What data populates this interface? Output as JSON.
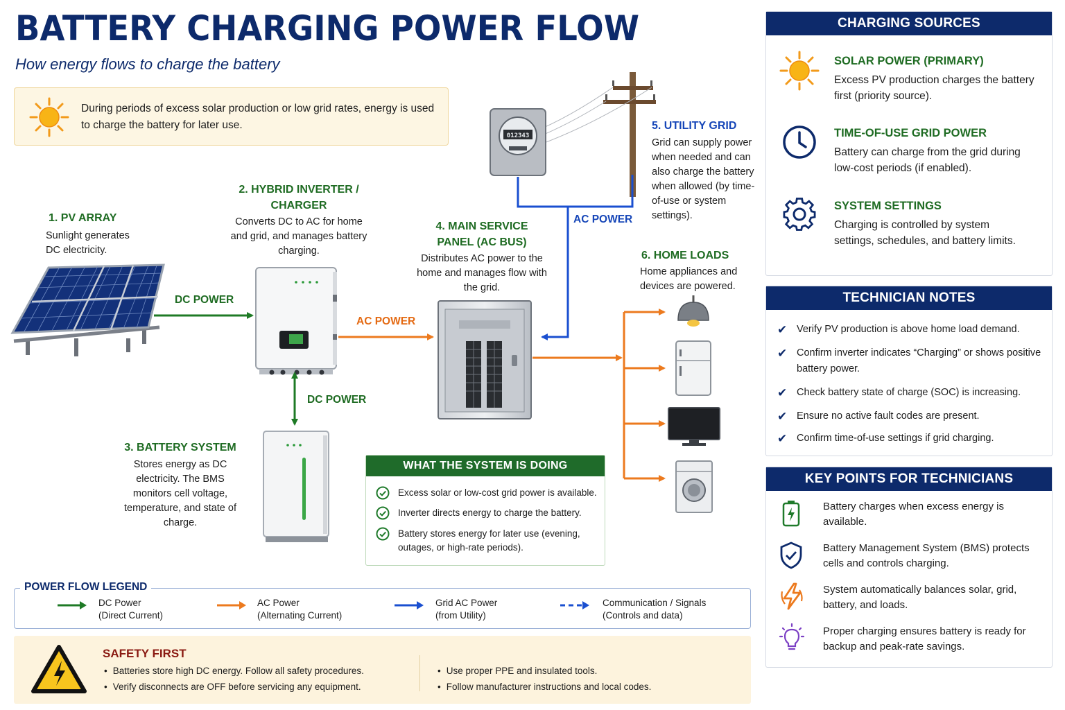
{
  "header": {
    "title": "BATTERY CHARGING POWER FLOW",
    "subtitle": "How energy flows to charge the battery",
    "intro": "During periods of excess solar production or low grid rates, energy is used to charge the battery for later use."
  },
  "steps": {
    "pv": {
      "title": "1. PV ARRAY",
      "desc": "Sunlight generates DC electricity."
    },
    "inverter": {
      "title": "2. HYBRID INVERTER / CHARGER",
      "desc": "Converts DC to AC for home and grid, and manages battery charging."
    },
    "battery": {
      "title": "3. BATTERY SYSTEM",
      "desc": "Stores energy as DC electricity. The BMS monitors cell voltage, temperature, and state of charge."
    },
    "panel": {
      "title": "4. MAIN SERVICE PANEL (AC BUS)",
      "desc": "Distributes AC power to the home and manages flow with the grid."
    },
    "grid": {
      "title": "5. UTILITY GRID",
      "desc": "Grid can supply power when needed and can also charge the battery when allowed (by time-of-use or system settings)."
    },
    "loads": {
      "title": "6. HOME LOADS",
      "desc": "Home appliances and devices are powered."
    }
  },
  "flow_labels": {
    "dc_pv": "DC POWER",
    "ac_inverter": "AC POWER",
    "dc_battery": "DC POWER",
    "ac_grid": "AC POWER"
  },
  "meter": {
    "reading": "012343"
  },
  "doing": {
    "title": "WHAT THE SYSTEM IS DOING",
    "items": [
      "Excess solar or low-cost grid power is available.",
      "Inverter directs energy to charge the battery.",
      "Battery stores energy for later use (evening, outages, or high-rate periods)."
    ]
  },
  "legend": {
    "title": "POWER FLOW LEGEND",
    "items": [
      {
        "line1": "DC Power",
        "line2": "(Direct Current)",
        "color": "#1e7a25"
      },
      {
        "line1": "AC Power",
        "line2": "(Alternating Current)",
        "color": "#ec7a1e"
      },
      {
        "line1": "Grid AC Power",
        "line2": "(from Utility)",
        "color": "#1a4fd0"
      },
      {
        "line1": "Communication / Signals",
        "line2": "(Controls and data)",
        "color": "#1a4fd0"
      }
    ]
  },
  "safety": {
    "title": "SAFETY FIRST",
    "left": [
      "Batteries store high DC energy. Follow all safety procedures.",
      "Verify disconnects are OFF before servicing any equipment."
    ],
    "right": [
      "Use proper PPE and insulated tools.",
      "Follow manufacturer instructions and local codes."
    ]
  },
  "charging_sources": {
    "title": "CHARGING SOURCES",
    "items": [
      {
        "title": "SOLAR POWER (PRIMARY)",
        "desc": "Excess PV production charges the battery first (priority source).",
        "icon": "sun-icon"
      },
      {
        "title": "TIME-OF-USE GRID POWER",
        "desc": "Battery can charge from the grid during low-cost periods (if enabled).",
        "icon": "clock-icon"
      },
      {
        "title": "SYSTEM SETTINGS",
        "desc": "Charging is controlled by system settings, schedules, and battery limits.",
        "icon": "gear-icon"
      }
    ]
  },
  "technician_notes": {
    "title": "TECHNICIAN NOTES",
    "items": [
      "Verify PV production is above home load demand.",
      "Confirm inverter indicates “Charging” or shows positive battery power.",
      "Check battery state of charge (SOC) is increasing.",
      "Ensure no active fault codes are present.",
      "Confirm time-of-use settings if grid charging."
    ]
  },
  "key_points": {
    "title": "KEY POINTS FOR TECHNICIANS",
    "items": [
      {
        "text": "Battery charges when excess energy is available.",
        "icon": "battery-charging-icon"
      },
      {
        "text": "Battery Management System (BMS) protects cells and controls charging.",
        "icon": "shield-check-icon"
      },
      {
        "text": "System automatically balances solar, grid, battery, and loads.",
        "icon": "lightning-icon"
      },
      {
        "text": "Proper charging ensures battery is ready for backup and peak-rate savings.",
        "icon": "lightbulb-icon"
      }
    ]
  },
  "colors": {
    "navy": "#0d2a6b",
    "dc_green": "#1e7a25",
    "ac_orange": "#ec7a1e",
    "grid_blue": "#1a4fd0"
  }
}
